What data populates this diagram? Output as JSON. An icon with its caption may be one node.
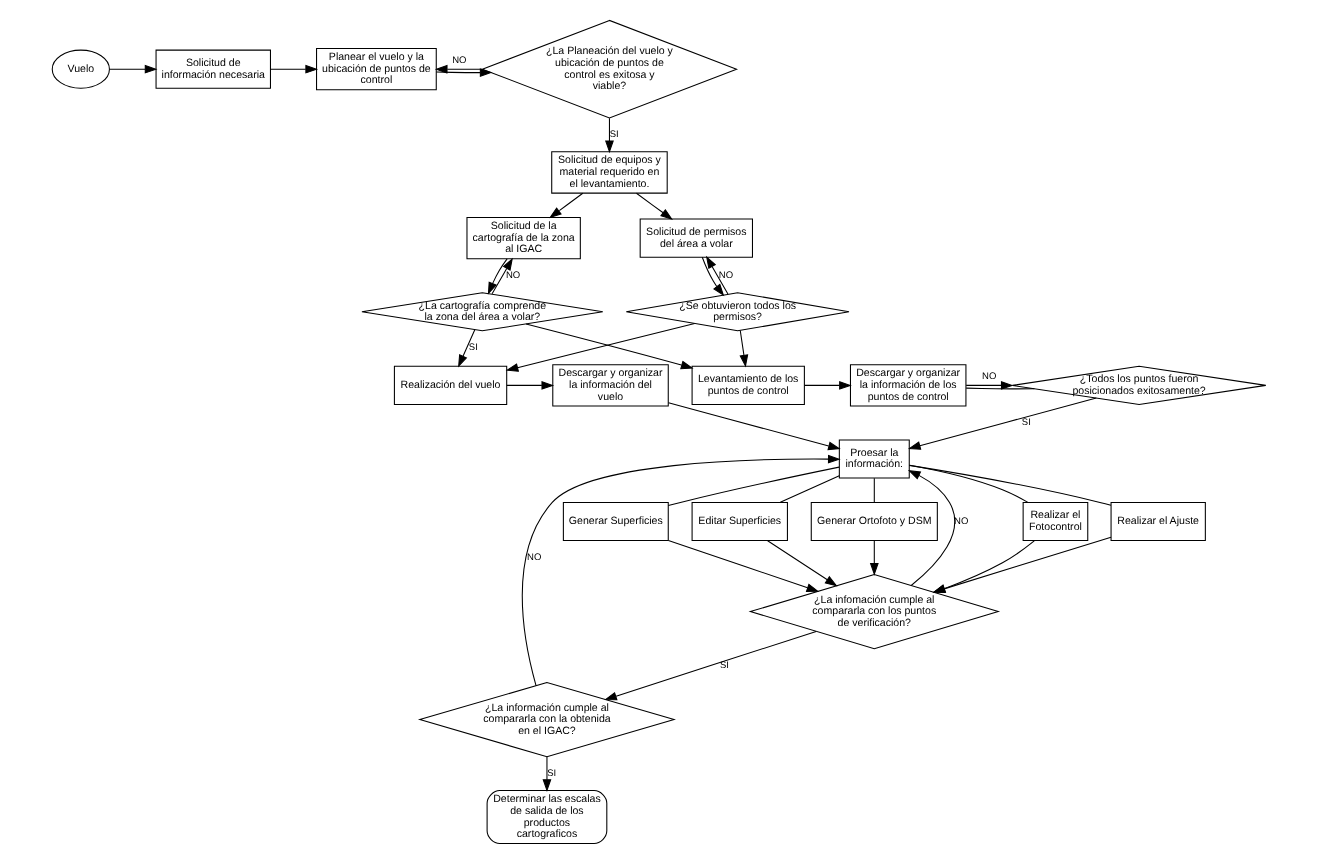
{
  "diagram": {
    "nodes": [
      {
        "text": [
          "Vuelo"
        ]
      },
      {
        "text": [
          "Solicitud de información necesaria"
        ]
      },
      {
        "text": [
          "Planear el vuelo y la ubicación de puntos de control"
        ]
      },
      {
        "text": [
          "¿La Planeación del vuelo y ubicación de puntos de control es exitosa y viable?"
        ]
      },
      {
        "text": [
          "Determinar las escalas de salida de los productos cartograficos"
        ]
      },
      {
        "text": [
          "¿La cartografía comprende la zona del área a volar?"
        ]
      },
      {
        "text": [
          "Solicitud de la cartografía de la zona al IGAC"
        ]
      },
      {
        "text": [
          "¿La información cumple al compararla con la obtenida en el IGAC?"
        ]
      },
      {
        "text": [
          "Solicitud de equipos y material requerido en el levantamiento."
        ]
      },
      {
        "text": [
          "¿Se obtuvieron todos los permisos?"
        ]
      },
      {
        "text": [
          "Solicitud de permisos del área a volar"
        ]
      },
      {
        "text": [
          "¿La infomación cumple al compararla con los puntos de verificación?"
        ]
      },
      {
        "text": [
          "Realización del vuelo"
        ]
      },
      {
        "text": [
          "Descargar y organizar la información del vuelo"
        ]
      },
      {
        "text": [
          "Proesar la información:"
        ]
      },
      {
        "text": [
          "Levantamiento de los puntos de control"
        ]
      },
      {
        "text": [
          "Descargar y organizar la información de los puntos de control"
        ]
      },
      {
        "text": [
          "¿Todos los puntos fueron posicionados exitosamente?"
        ]
      },
      {
        "text": [
          "Realizar el Fotocontrol"
        ]
      },
      {
        "text": [
          "Realizar el Ajuste"
        ]
      },
      {
        "text": [
          "Generar Superficies"
        ]
      },
      {
        "text": [
          "Editar Superficies"
        ]
      },
      {
        "text": [
          "Generar Ortofoto y DSM"
        ]
      }
    ],
    "edges": [
      {
        "from": 0,
        "to": 1,
        "arrow": "to"
      },
      {
        "from": 1,
        "to": 2,
        "arrow": "to"
      },
      {
        "from": 2,
        "to": 3,
        "arrow": "to"
      },
      {
        "from": 3,
        "to": 2,
        "arrow": "to",
        "label": "NO"
      },
      {
        "from": 3,
        "to": 8,
        "arrow": "to",
        "label": "SI"
      },
      {
        "from": 8,
        "to": 6,
        "arrow": "to"
      },
      {
        "from": 8,
        "to": 10,
        "arrow": "to"
      },
      {
        "from": 6,
        "to": 5,
        "arrow": "to"
      },
      {
        "from": 5,
        "to": 6,
        "arrow": "to",
        "label": "NO"
      },
      {
        "from": 10,
        "to": 9,
        "arrow": "to"
      },
      {
        "from": 9,
        "to": 10,
        "arrow": "to",
        "label": "NO"
      },
      {
        "from": 5,
        "to": 12,
        "arrow": "to",
        "label": "SI"
      },
      {
        "from": 5,
        "to": 15,
        "arrow": "to"
      },
      {
        "from": 9,
        "to": 12,
        "arrow": "to"
      },
      {
        "from": 9,
        "to": 15,
        "arrow": "to"
      },
      {
        "from": 12,
        "to": 13,
        "arrow": "to"
      },
      {
        "from": 13,
        "to": 14,
        "arrow": "to"
      },
      {
        "from": 15,
        "to": 16,
        "arrow": "to"
      },
      {
        "from": 16,
        "to": 17,
        "arrow": "none"
      },
      {
        "from": 16,
        "to": 17,
        "arrow": "to",
        "label": "NO"
      },
      {
        "from": 17,
        "to": 14,
        "arrow": "to",
        "label": "SI"
      },
      {
        "from": 14,
        "to": 18,
        "arrow": "none"
      },
      {
        "from": 14,
        "to": 19,
        "arrow": "none"
      },
      {
        "from": 14,
        "to": 20,
        "arrow": "none"
      },
      {
        "from": 14,
        "to": 21,
        "arrow": "none"
      },
      {
        "from": 14,
        "to": 22,
        "arrow": "none"
      },
      {
        "from": 18,
        "to": 11,
        "arrow": "to"
      },
      {
        "from": 19,
        "to": 11,
        "arrow": "to"
      },
      {
        "from": 20,
        "to": 11,
        "arrow": "to"
      },
      {
        "from": 21,
        "to": 11,
        "arrow": "to"
      },
      {
        "from": 22,
        "to": 11,
        "arrow": "to"
      },
      {
        "from": 11,
        "to": 7,
        "arrow": "to",
        "label": "SI"
      },
      {
        "from": 7,
        "to": 4,
        "arrow": "to",
        "label": "SI"
      },
      {
        "from": 7,
        "to": 14,
        "arrow": "to",
        "label": "NO"
      },
      {
        "from": 11,
        "to": 14,
        "arrow": "to",
        "label": "NO"
      }
    ]
  }
}
